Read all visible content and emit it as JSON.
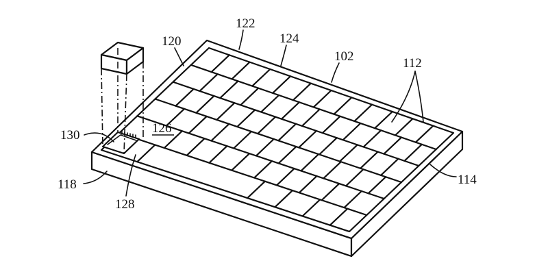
{
  "figure": {
    "labels": {
      "l102": "102",
      "l112": "112",
      "l114": "114",
      "l118": "118",
      "l120": "120",
      "l122": "122",
      "l124": "124",
      "l126": "126",
      "l128": "128",
      "l130": "130"
    },
    "keyboard": {
      "rows": 6,
      "key_counts_per_row": [
        12,
        12,
        12,
        11,
        11,
        9
      ]
    }
  }
}
